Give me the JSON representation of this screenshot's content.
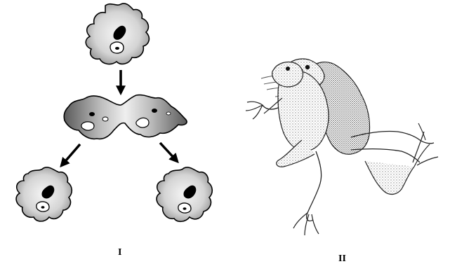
{
  "figure": {
    "panels": [
      {
        "id": "I",
        "label": "I"
      },
      {
        "id": "II",
        "label": "II"
      }
    ]
  },
  "colors": {
    "ink": "#000000",
    "cytoplasm_dark": "#5a5a5a",
    "cytoplasm_light": "#e6e6e6",
    "background": "#ffffff"
  }
}
